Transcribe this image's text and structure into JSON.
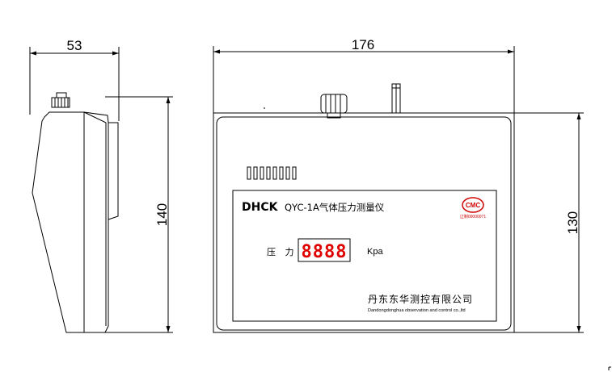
{
  "dimensions": {
    "side_width": "53",
    "side_height": "140",
    "front_width": "176",
    "front_height": "130"
  },
  "panel": {
    "brand": "DHCK",
    "product_title": "QYC-1A气体压力测量仪",
    "pressure_label": "压 力",
    "display_value": "8888",
    "unit": "Kpa",
    "company_name": "丹东东华测控有限公司",
    "company_name_en": "Dandongdonghua observation and control co.,ltd",
    "cmc_mark": "CMC",
    "cmc_code": "辽制00000071"
  },
  "icons": {
    "cmc_logo": "cmc-certification-mark",
    "knob": "pressure-knob",
    "connector": "gas-inlet-connector"
  },
  "colors": {
    "display_digits": "#e00000",
    "cmc_mark": "#d00000"
  }
}
